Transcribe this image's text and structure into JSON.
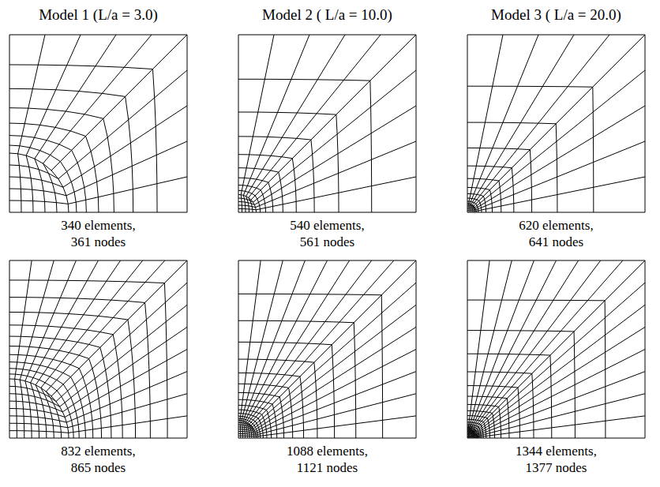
{
  "diagram": {
    "labels": [
      "Model 1 (L/a = 3.0)",
      "Model 2 ( L/a = 10.0)",
      "Model 3 ( L/a = 20.0)",
      "340 elements, 361 nodes",
      "540 elements, 561 nodes",
      "620 elements, 641 nodes",
      "832 elements, 865 nodes",
      "1088 elements, 1121 nodes",
      "1344 elements, 1377 nodes"
    ]
  }
}
